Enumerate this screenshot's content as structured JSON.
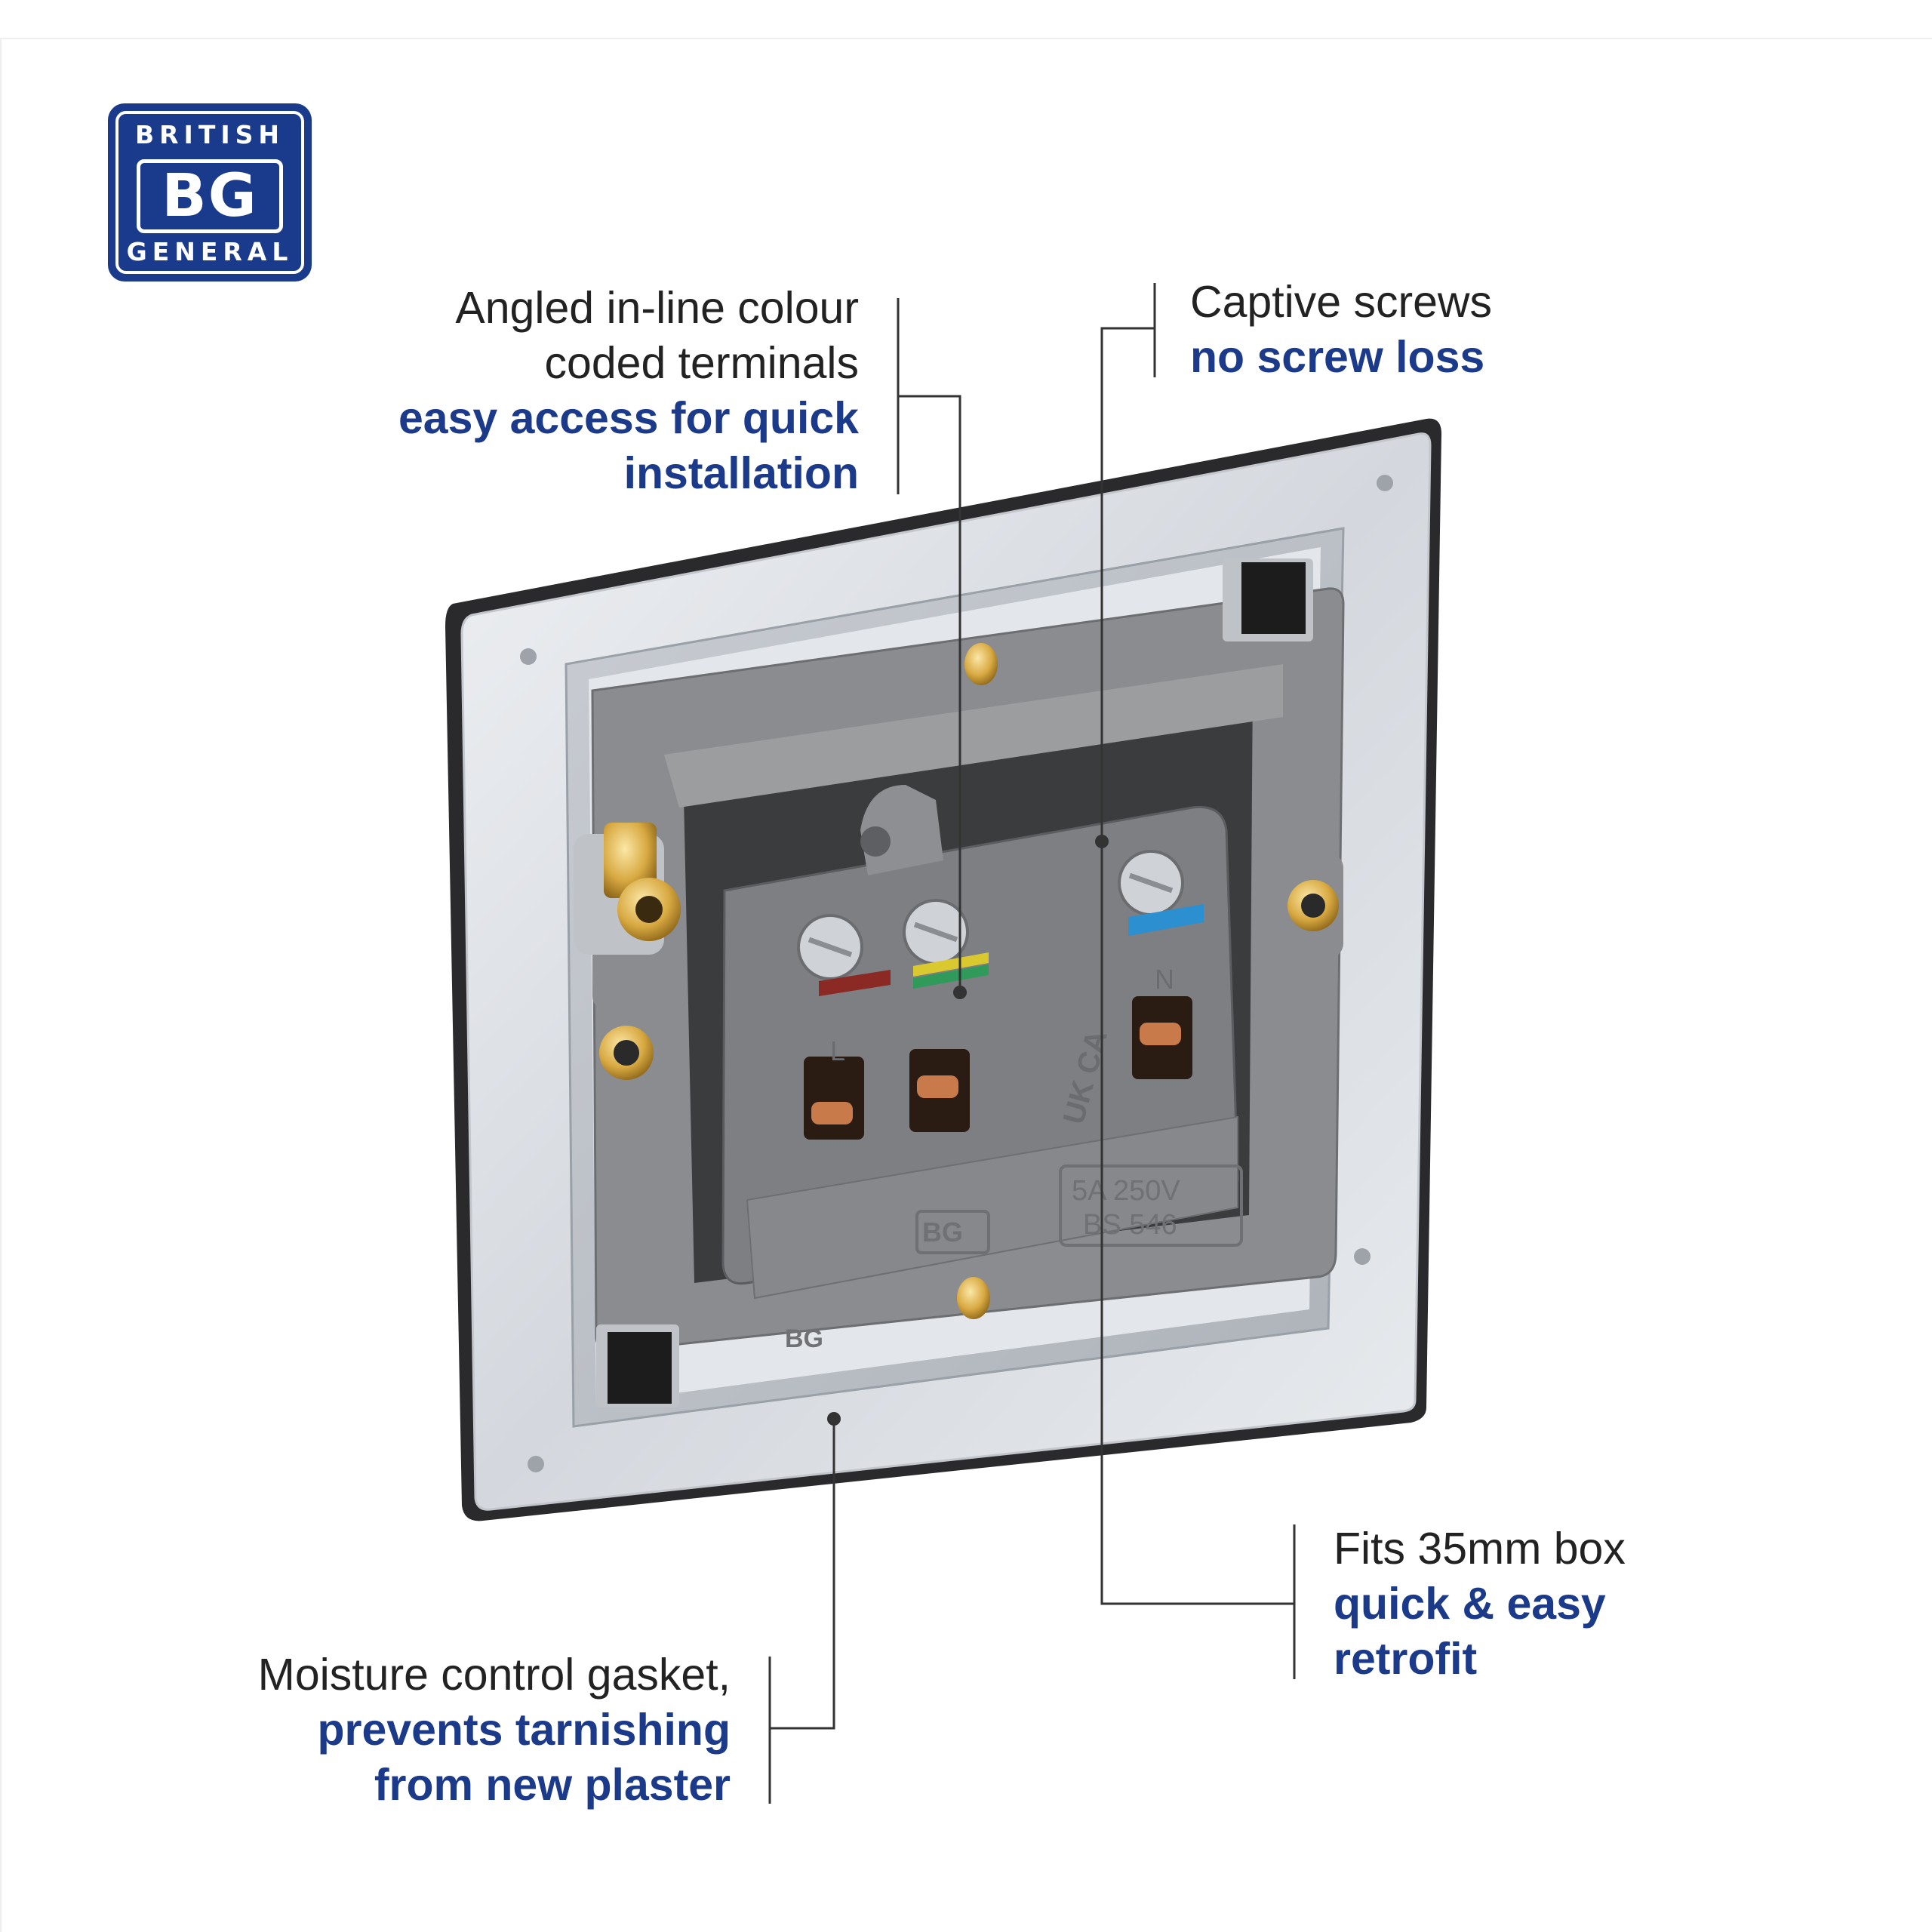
{
  "logo": {
    "top": "BRITISH",
    "middle": "BG",
    "bottom": "GENERAL"
  },
  "callouts": {
    "terminals": {
      "line1": "Angled in-line colour",
      "line2": "coded terminals",
      "line3": "easy access for quick",
      "line4": "installation"
    },
    "screws": {
      "line1": "Captive screws",
      "line2": "no screw loss"
    },
    "box": {
      "line1": "Fits 35mm box",
      "line2": "quick & easy",
      "line3": "retrofit"
    },
    "gasket": {
      "line1": "Moisture control gasket,",
      "line2": "prevents tarnishing",
      "line3": "from new plaster"
    }
  },
  "product_markings": {
    "terminal_l": "L",
    "terminal_n": "N",
    "rating": "5A 250V",
    "standard": "BS 546",
    "brand": "BG",
    "mark": "UK CA"
  },
  "colors": {
    "brand_blue": "#1a3a8c",
    "accent_text": "#1c3a8a",
    "plate": "#d9dde2",
    "grey_body": "#8a8c8f",
    "brass": "#d8a942",
    "live": "#8b2a24",
    "earth_yellow": "#d9c82e",
    "earth_green": "#2f9a5a",
    "neutral": "#2b8fd0"
  }
}
